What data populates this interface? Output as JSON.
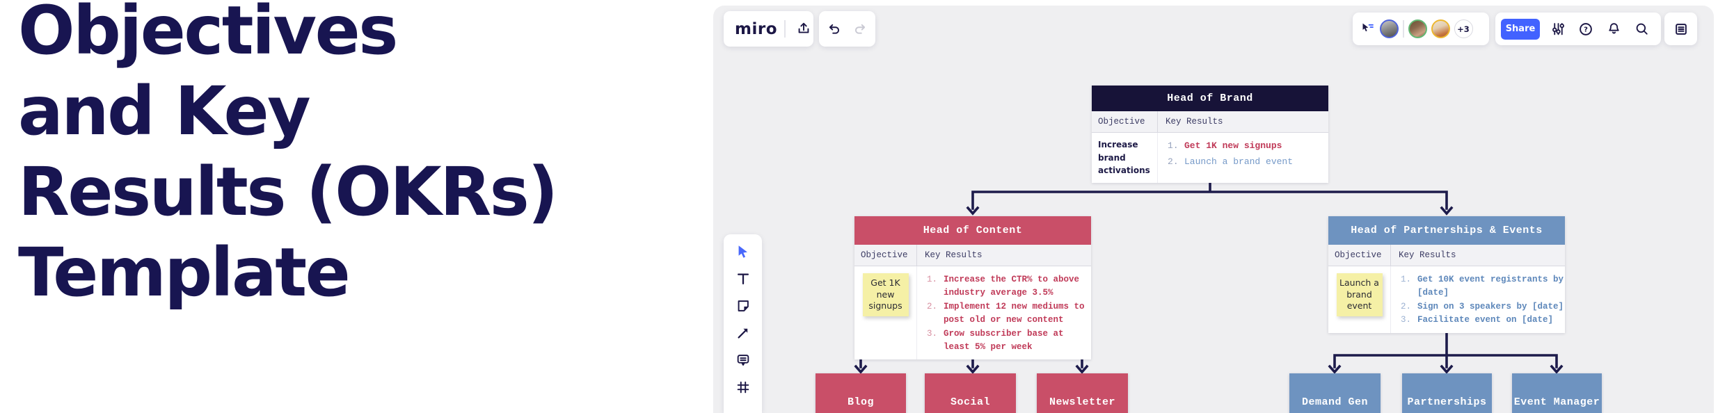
{
  "hero": {
    "title": "Objectives and Key Results (OKRs) Template",
    "title_lines": [
      "Objectives",
      "and Key",
      "Results (OKRs)",
      "Template"
    ]
  },
  "top_bar": {
    "logo": "miro",
    "share_label": "Share",
    "collaborators_overflow": "+3"
  },
  "org_chart": {
    "root": {
      "title": "Head of Brand",
      "columns": [
        "Objective",
        "Key Results"
      ],
      "objective": "Increase brand activations",
      "key_results": [
        "Get 1K new signups",
        "Launch a brand event"
      ]
    },
    "content": {
      "title": "Head of Content",
      "columns": [
        "Objective",
        "Key Results"
      ],
      "objective_sticky": "Get 1K new signups",
      "key_results": [
        "Increase the CTR% to above industry average 3.5%",
        "Implement 12 new mediums to post old or new content",
        "Grow subscriber base at least 5% per week"
      ],
      "children": [
        "Blog",
        "Social",
        "Newsletter"
      ]
    },
    "partnerships": {
      "title": "Head of Partnerships & Events",
      "columns": [
        "Objective",
        "Key Results"
      ],
      "objective_sticky": "Launch a brand event",
      "key_results": [
        "Get 10K event registrants by [date]",
        "Sign on 3 speakers by [date]",
        "Facilitate event on [date]"
      ],
      "children": [
        "Demand Gen",
        "Partnerships",
        "Event Manager"
      ]
    }
  },
  "colors": {
    "brand_blue": "#4262ff",
    "navy": "#171338",
    "red": "#c94f68",
    "steel_blue": "#6e93c0",
    "sticky_yellow": "#f5f0a6",
    "canvas_bg": "#efeff1",
    "hero_text": "#181551"
  }
}
